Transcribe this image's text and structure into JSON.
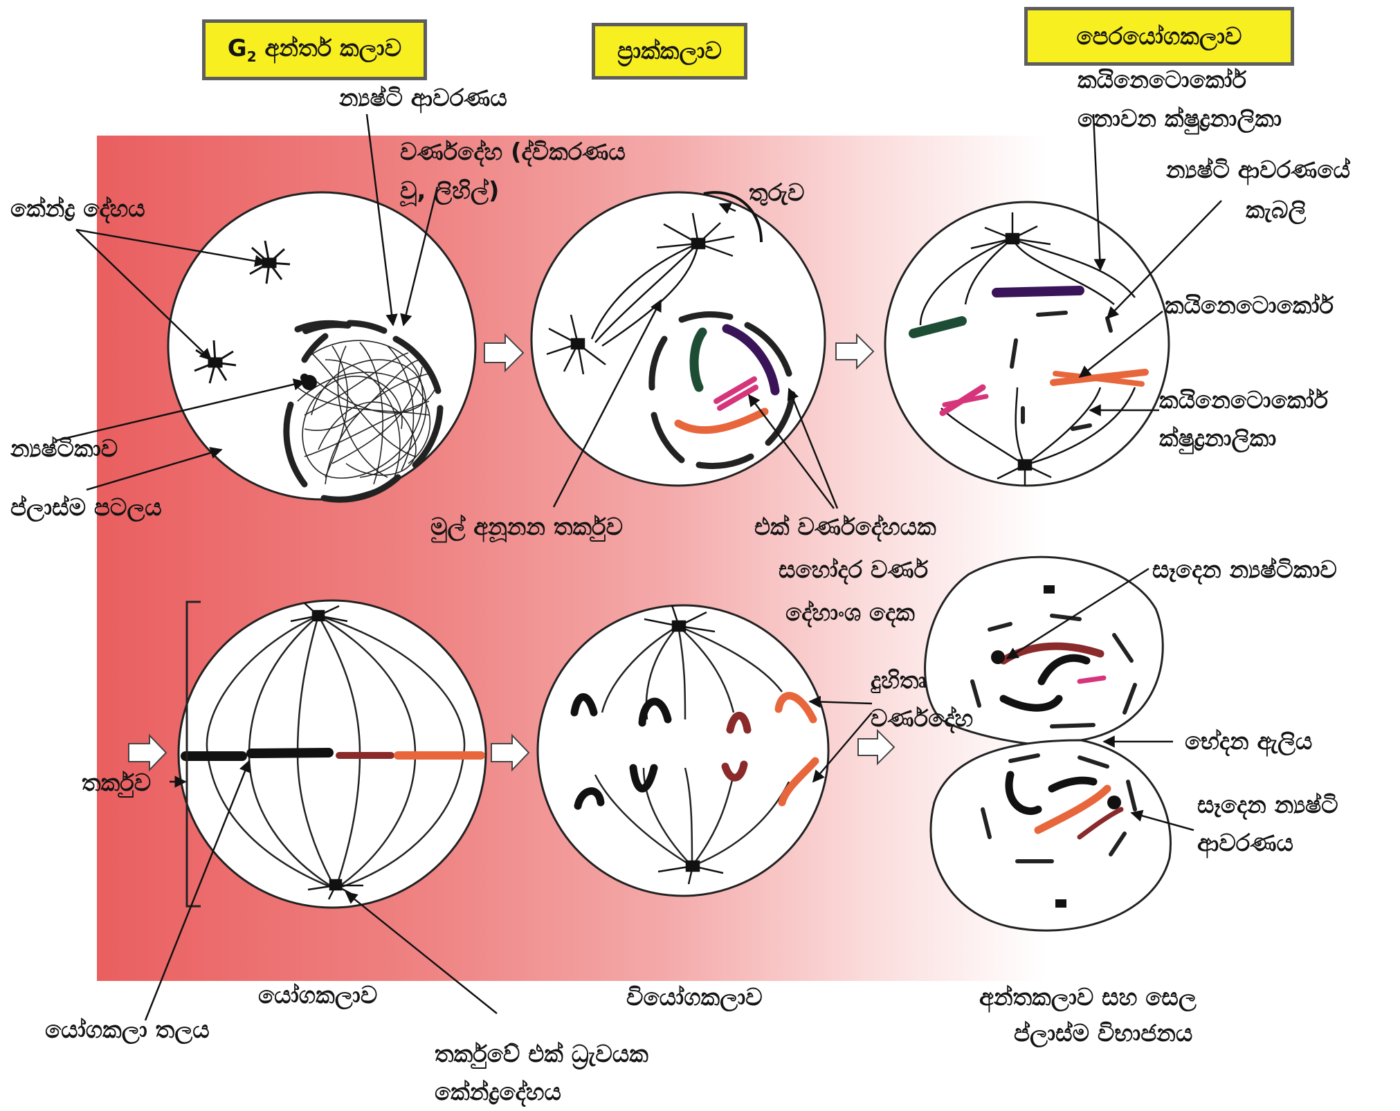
{
  "stage_titles": {
    "g2_prefix": "G",
    "g2_sub": "2",
    "g2_rest": " අන්තර් කලාව",
    "prophase": "ප්‍රාක්කලාව",
    "prometaphase": "පෙරයෝගකලාව"
  },
  "labels": {
    "centrosome": "කේන්ද්‍ර දේහය",
    "nuclear_envelope": "න්‍යෂ්ටි ආවරණය",
    "chromatin_line1": "වර්ණදේහ (ද්විකරණය",
    "chromatin_line2": "වූ, ලිහිල්)",
    "nucleolus": "න්‍යෂ්ටිකාව",
    "plasma_membrane": "ප්ලාස්ම පටලය",
    "aster": "තුරුව",
    "early_spindle": "මුල් අනූනන තර්කුව",
    "one_chromosome": "එක් වර්ණදේහයක",
    "sister_line1": "සහෝදර වර්ණ",
    "sister_line2": "දේහාංශ දෙක",
    "nonkinetochore_line1": "කයිනෙටොකෝර්",
    "nonkinetochore_line2": "නොවන ක්ෂුද්‍රනාලිකා",
    "fragments_line1": "න්‍යෂ්ටි ආවරණයේ",
    "fragments_line2": "කැබලි",
    "kinetochore": "කයිනෙටොකෝර්",
    "kinetochore_mt_line1": "කයිනෙටොකෝර්",
    "kinetochore_mt_line2": "ක්ෂුද්‍රනාලිකා",
    "spindle": "තර්කුව",
    "daughter_line1": "දුහිතෘ",
    "daughter_line2": "වර්ණදේහ",
    "forming_nucleolus": "සෑදෙන න්‍යෂ්ටිකාව",
    "cleavage_furrow": "භේදන ඇලිය",
    "forming_envelope_line1": "සෑදෙන න්‍යෂ්ටි",
    "forming_envelope_line2": "ආවරණය",
    "metaphase": "යෝගකලාව",
    "anaphase": "වියෝගකලාව",
    "telophase_line1": "අන්තකලාව සහ සෙල",
    "telophase_line2": "ප්ලාස්ම විභාජනය",
    "metaphase_plate": "යෝගකලා තලය",
    "pole_line1": "තර්කුවේ එක් ධ්‍රැවයක",
    "pole_line2": "කේන්ද්‍රදේහය"
  },
  "colors": {
    "background_left": "#ea5f60",
    "title_box": "#f7ef1f",
    "chromosome_orange": "#e8663b",
    "chromosome_green": "#1e4d36",
    "chromosome_purple": "#3a1458",
    "chromosome_pink": "#d6357b",
    "chromosome_maroon": "#8a2a2a"
  }
}
